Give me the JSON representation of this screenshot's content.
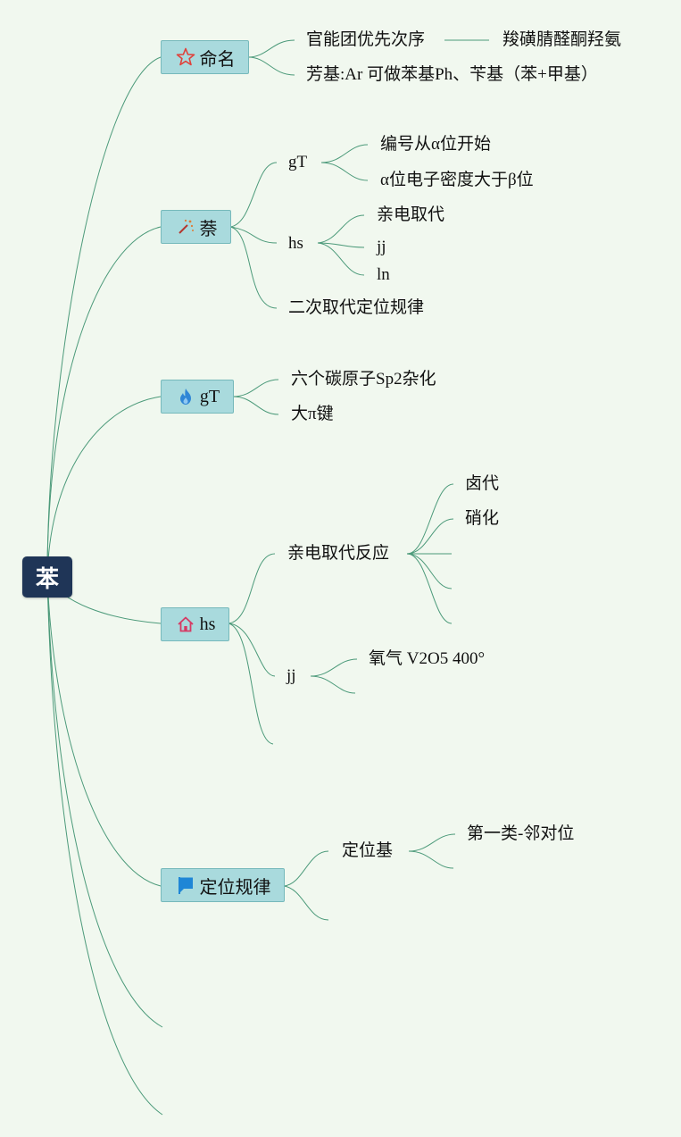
{
  "colors": {
    "background": "#f1f8ef",
    "root": "#1f3557",
    "branch": "#a9dadd",
    "link": "#4c9a7a"
  },
  "root": {
    "label": "苯"
  },
  "branches": {
    "naming": {
      "label": "命名",
      "icon": "star-icon",
      "priority": "官能团优先次序",
      "priority_list": "羧磺腈醛酮羟氨",
      "aryl": "芳基:Ar 可做苯基Ph、苄基（苯+甲基）"
    },
    "naphthalene": {
      "label": "萘",
      "icon": "magic-wand-icon",
      "gt": "gT",
      "gt_items": [
        "编号从α位开始",
        "α位电子密度大于β位"
      ],
      "hs": "hs",
      "hs_items": [
        "亲电取代",
        "jj",
        "ln"
      ],
      "rule": "二次取代定位规律"
    },
    "structure": {
      "label": "gT",
      "icon": "flame-icon",
      "items": [
        "六个碳原子Sp2杂化",
        "大π键"
      ]
    },
    "reaction": {
      "label": "hs",
      "icon": "home-icon",
      "electrophilic": "亲电取代反应",
      "electrophilic_items": [
        "卤代",
        "硝化"
      ],
      "jj": "jj",
      "jj_items": [
        "氧气 V2O5 400°"
      ]
    },
    "orientation": {
      "label": "定位规律",
      "icon": "flag-icon",
      "group": "定位基",
      "group_items": [
        "第一类-邻对位"
      ]
    }
  }
}
